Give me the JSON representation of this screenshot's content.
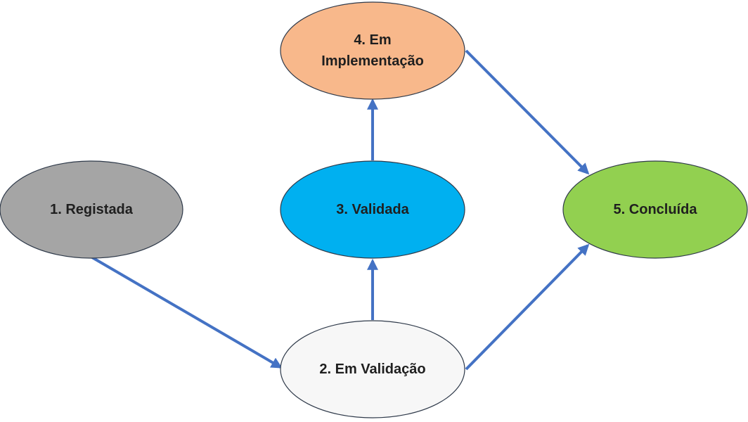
{
  "diagram": {
    "edge_color": "#4472C4",
    "nodes": [
      {
        "id": "registada",
        "name": "node-registada",
        "lines": [
          "1. Registada"
        ],
        "fill": "#A5A5A5",
        "stroke": "#2F3A4A"
      },
      {
        "id": "em-validacao",
        "name": "node-em-validacao",
        "lines": [
          "2. Em Validação"
        ],
        "fill": "#F7F7F7",
        "stroke": "#2F3A4A"
      },
      {
        "id": "validada",
        "name": "node-validada",
        "lines": [
          "3. Validada"
        ],
        "fill": "#00B0F0",
        "stroke": "#2F3A4A"
      },
      {
        "id": "em-implementacao",
        "name": "node-em-implementacao",
        "lines": [
          "4. Em",
          "Implementação"
        ],
        "fill": "#F8B88B",
        "stroke": "#2F3A4A"
      },
      {
        "id": "concluida",
        "name": "node-concluida",
        "lines": [
          "5. Concluída"
        ],
        "fill": "#92D050",
        "stroke": "#2F3A4A"
      }
    ],
    "edges": [
      {
        "from": "registada",
        "to": "em-validacao"
      },
      {
        "from": "em-validacao",
        "to": "validada"
      },
      {
        "from": "validada",
        "to": "em-implementacao"
      },
      {
        "from": "em-implementacao",
        "to": "concluida"
      },
      {
        "from": "em-validacao",
        "to": "concluida"
      }
    ]
  }
}
